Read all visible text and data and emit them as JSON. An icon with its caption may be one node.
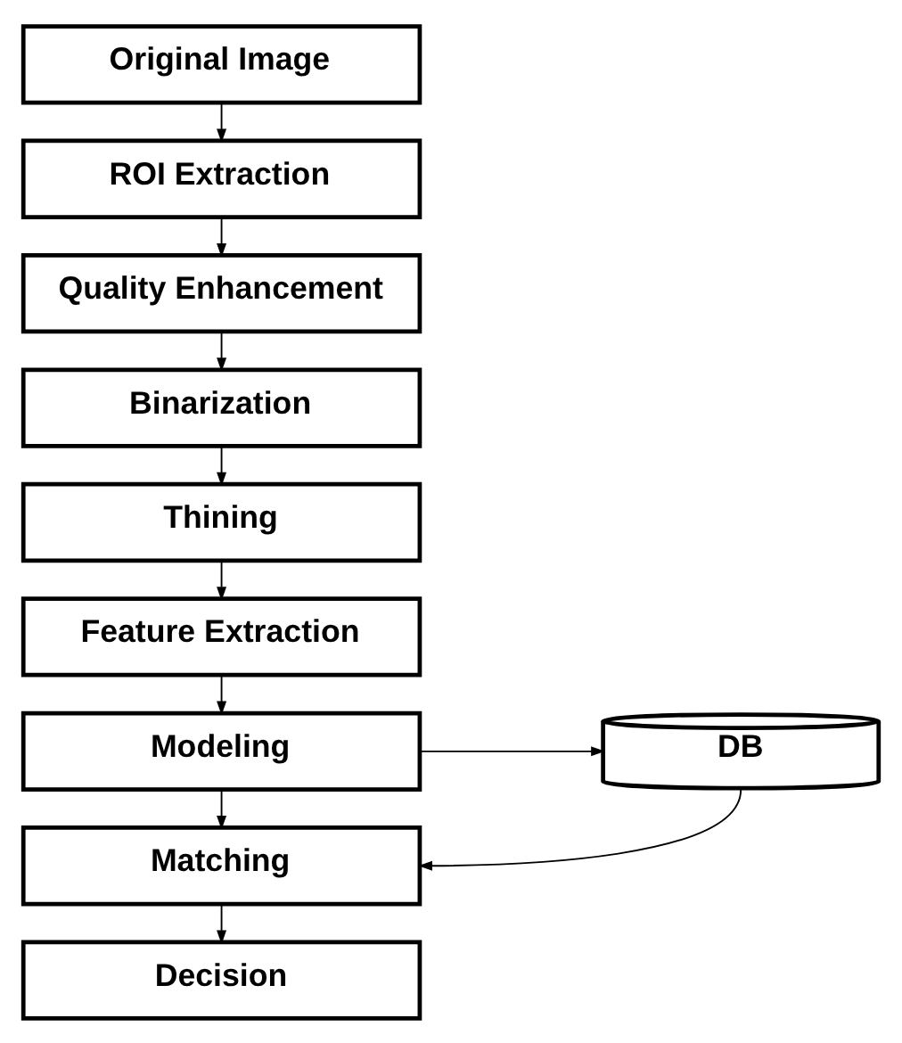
{
  "diagram": {
    "nodes": [
      {
        "text": [
          "Original Image"
        ]
      },
      {
        "text": [
          "ROI Extraction"
        ]
      },
      {
        "text": [
          "Quality Enhancement"
        ]
      },
      {
        "text": [
          "Binarization"
        ]
      },
      {
        "text": [
          "Thining"
        ]
      },
      {
        "text": [
          "Feature Extraction"
        ]
      },
      {
        "text": [
          "Modeling"
        ]
      },
      {
        "text": [
          "Matching"
        ]
      },
      {
        "text": [
          "Decision"
        ]
      },
      {
        "text": [
          "DB"
        ]
      }
    ],
    "edges": [
      {
        "from": 0,
        "to": 1,
        "arrow": "to"
      },
      {
        "from": 1,
        "to": 2,
        "arrow": "to"
      },
      {
        "from": 2,
        "to": 3,
        "arrow": "to"
      },
      {
        "from": 3,
        "to": 4,
        "arrow": "to"
      },
      {
        "from": 4,
        "to": 5,
        "arrow": "to"
      },
      {
        "from": 5,
        "to": 6,
        "arrow": "to"
      },
      {
        "from": 6,
        "to": 7,
        "arrow": "to"
      },
      {
        "from": 7,
        "to": 8,
        "arrow": "to"
      },
      {
        "from": 6,
        "to": 9,
        "arrow": "to"
      },
      {
        "from": 9,
        "to": 7,
        "arrow": "to"
      }
    ]
  }
}
